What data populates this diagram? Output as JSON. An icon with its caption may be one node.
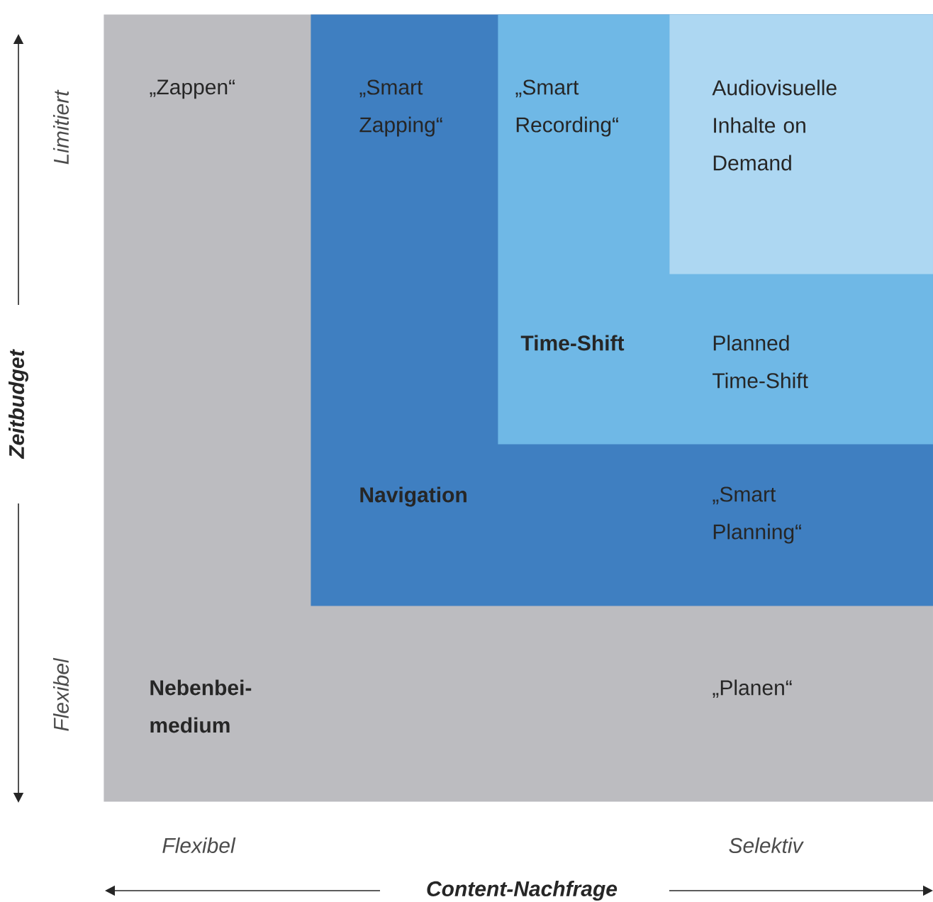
{
  "diagram": {
    "nodes": [
      {
        "text": [
          "„Zappen“",
          "Nebenbei- medium",
          "„Planen“"
        ]
      },
      {
        "text": [
          "„Smart Zapping“",
          "Navigation",
          "„Smart Planning“"
        ],
        "in": 0
      },
      {
        "text": [
          "„Smart Recording“",
          "Time-Shift",
          "Planned Time-Shift"
        ],
        "in": 1
      },
      {
        "text": [
          "Audiovisuelle Inhalte on Demand"
        ],
        "in": 2
      }
    ],
    "labels": [
      "Limitiert",
      "Zeitbudget",
      "Flexibel",
      "Flexibel",
      "Selektiv",
      "Content-Nachfrage"
    ]
  }
}
